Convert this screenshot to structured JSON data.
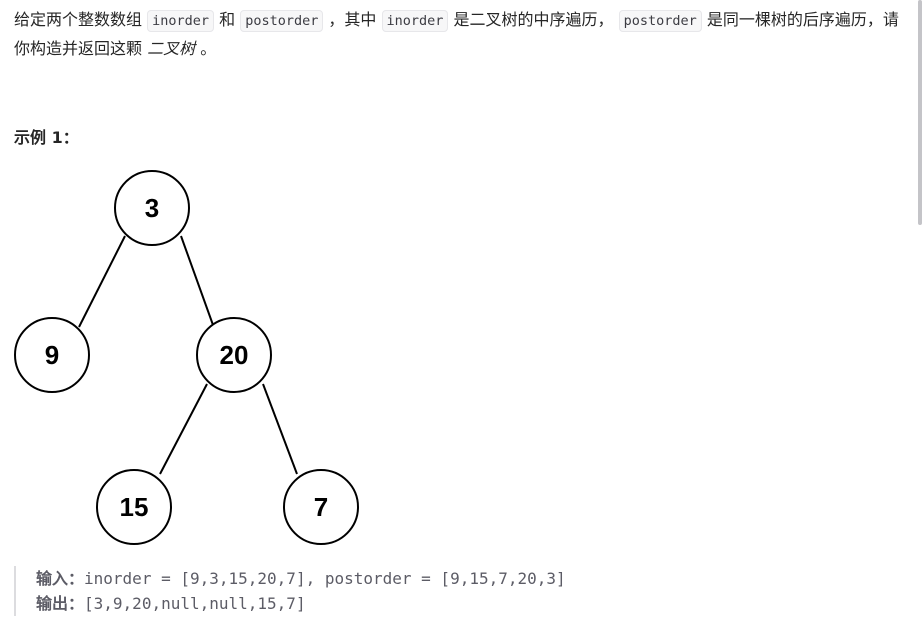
{
  "description": {
    "text_1": "给定两个整数数组 ",
    "code_1": "inorder",
    "text_2": " 和 ",
    "code_2": "postorder",
    "text_3": " ，其中 ",
    "code_3": "inorder",
    "text_4": " 是二叉树的中序遍历， ",
    "code_4": "postorder",
    "text_5": " 是同一棵树的后序遍历，请你构造并返回这颗 ",
    "emph": "二叉树",
    "text_6": " 。"
  },
  "example": {
    "title": "示例 1：",
    "tree": {
      "nodes": [
        "3",
        "9",
        "20",
        "15",
        "7"
      ]
    },
    "input_label": "输入：",
    "input_value": "inorder = [9,3,15,20,7], postorder = [9,15,7,20,3]",
    "output_label": "输出：",
    "output_value": "[3,9,20,null,null,15,7]"
  },
  "colors": {
    "text": "#262626",
    "code_bg": "#f7f7f8",
    "code_border": "#e7e7ea",
    "node_stroke": "#000000",
    "io_border": "#dcdcdf",
    "io_text": "#5c5c66",
    "scrollbar": "#c4c4c8"
  }
}
